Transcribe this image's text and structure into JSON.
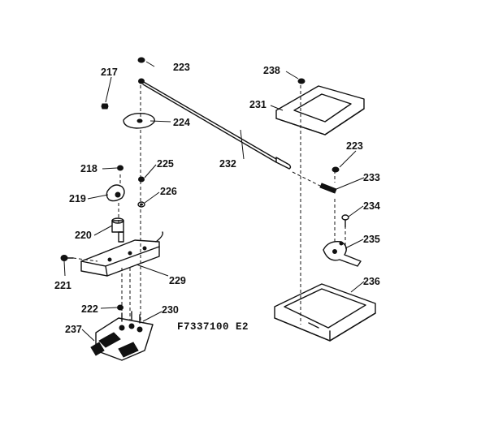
{
  "drawing_code": "F7337100 E2",
  "labels": {
    "p217": "217",
    "p223a": "223",
    "p224": "224",
    "p238": "238",
    "p231": "231",
    "p232": "232",
    "p223b": "223",
    "p233": "233",
    "p218": "218",
    "p225": "225",
    "p226": "226",
    "p219": "219",
    "p234": "234",
    "p220": "220",
    "p235": "235",
    "p221": "221",
    "p229": "229",
    "p236": "236",
    "p222": "222",
    "p230": "230",
    "p237": "237"
  },
  "colors": {
    "ink": "#111111",
    "paper": "#ffffff"
  }
}
